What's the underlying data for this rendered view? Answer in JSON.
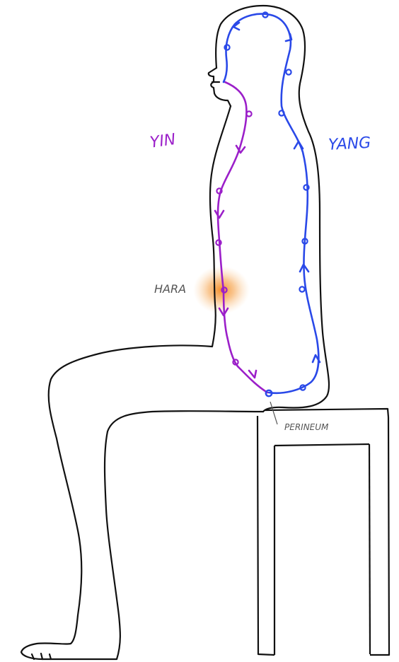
{
  "labels": {
    "yin": "YIN",
    "yang": "YANG",
    "hara": "HARA",
    "perineum": "PERINEUM"
  },
  "colors": {
    "yin": "#9b1fc9",
    "yang": "#2a49e8",
    "hara_glow": "#f59b2e",
    "outline": "#111111",
    "label_gray": "#555555"
  }
}
